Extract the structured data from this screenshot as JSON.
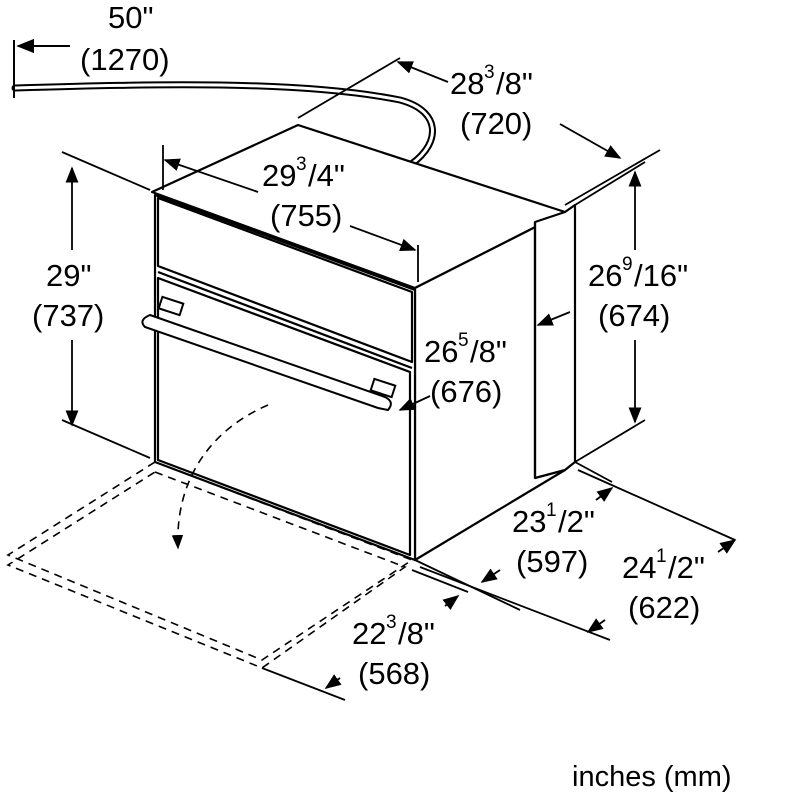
{
  "dimensions": {
    "cord": {
      "inches": "50\"",
      "mm": "(1270)"
    },
    "depth_top": {
      "whole": "28",
      "num": "3",
      "den": "/8\"",
      "mm": "(720)"
    },
    "width_front": {
      "whole": "29",
      "num": "3",
      "den": "/4\"",
      "mm": "(755)"
    },
    "height_front": {
      "inches": "29\"",
      "mm": "(737)"
    },
    "height_side": {
      "whole": "26",
      "num": "9",
      "den": "/16\"",
      "mm": "(674)"
    },
    "door_depth": {
      "whole": "26",
      "num": "5",
      "den": "/8\"",
      "mm": "(676)"
    },
    "cutout_depth": {
      "whole": "23",
      "num": "1",
      "den": "/2\"",
      "mm": "(597)"
    },
    "total_depth": {
      "whole": "24",
      "num": "1",
      "den": "/2\"",
      "mm": "(622)"
    },
    "door_swing": {
      "whole": "22",
      "num": "3",
      "den": "/8\"",
      "mm": "(568)"
    }
  },
  "units_label": "inches (mm)"
}
